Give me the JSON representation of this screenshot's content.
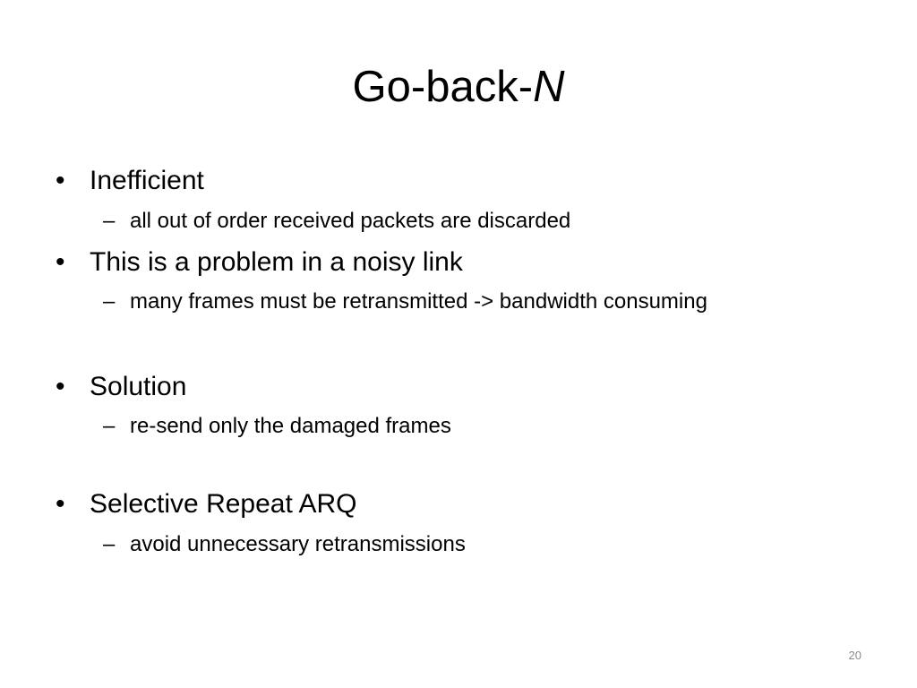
{
  "slide": {
    "title_main": "Go-back-",
    "title_italic": "N",
    "bullet_marker": "•",
    "sub_marker": "–",
    "bullets": [
      {
        "text": "Inefficient",
        "sub": "all out of order received packets are discarded"
      },
      {
        "text": "This is a problem in a noisy link",
        "sub": "many frames must be retransmitted -> bandwidth consuming"
      },
      {
        "text": "Solution",
        "sub": "re-send only the damaged frames"
      },
      {
        "text": "Selective Repeat ARQ",
        "sub": "avoid unnecessary retransmissions"
      }
    ],
    "page_number": "20"
  }
}
